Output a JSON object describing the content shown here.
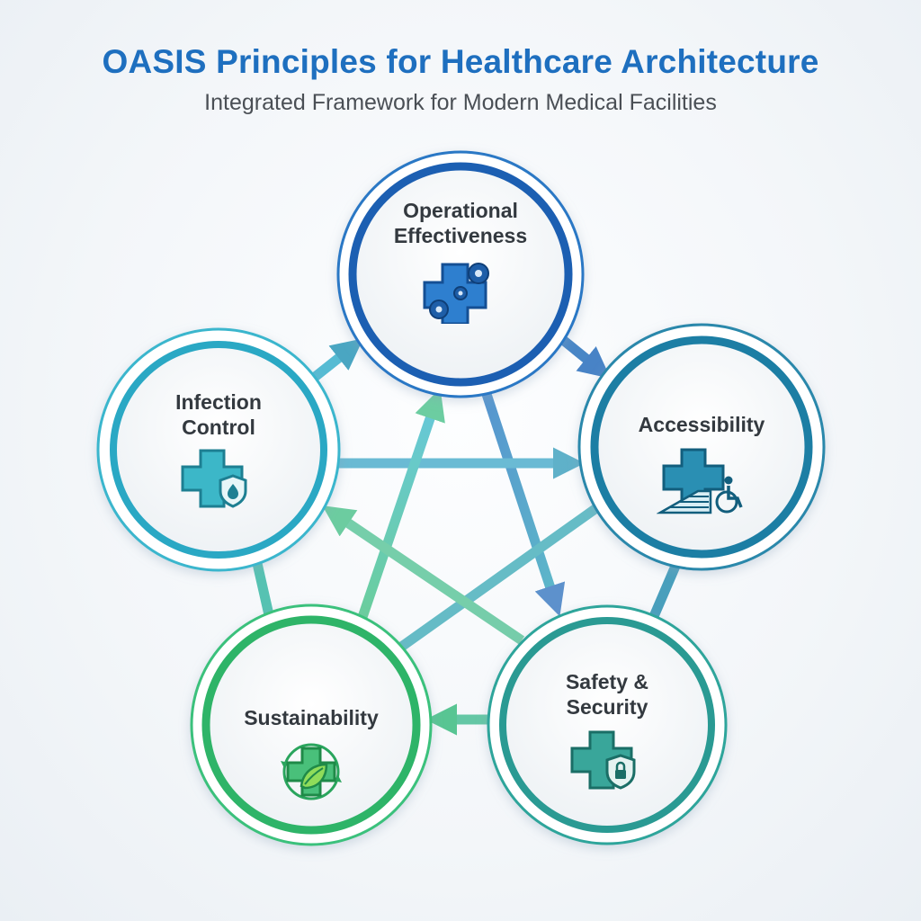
{
  "header": {
    "title": "OASIS Principles for Healthcare Architecture",
    "subtitle": "Integrated Framework for Modern Medical Facilities"
  },
  "nodes": {
    "operational": {
      "label_line1": "Operational",
      "label_line2": "Effectiveness",
      "icon": "gears-cross-icon",
      "color": "#1b63b5"
    },
    "accessibility": {
      "label": "Accessibility",
      "icon": "ramp-wheelchair-cross-icon",
      "color": "#1d7fa3"
    },
    "safety": {
      "label_line1": "Safety &",
      "label_line2": "Security",
      "icon": "lock-shield-cross-icon",
      "color": "#2a9c94"
    },
    "sustainability": {
      "label": "Sustainability",
      "icon": "leaf-recycle-cross-icon",
      "color": "#2fb266"
    },
    "infection": {
      "label_line1": "Infection",
      "label_line2": "Control",
      "icon": "droplet-shield-cross-icon",
      "color": "#2aa6c2"
    }
  }
}
